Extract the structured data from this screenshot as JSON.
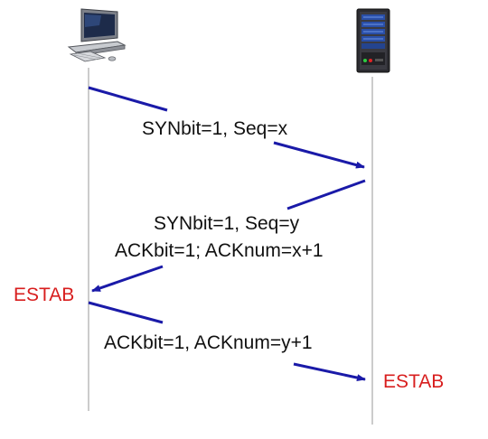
{
  "colors": {
    "arrow": "#1a1aa8",
    "timeline": "#9a9a9a",
    "message_text": "#111111",
    "state_text": "#d81e1e"
  },
  "icons": {
    "client": "desktop-computer-icon",
    "server": "server-tower-icon"
  },
  "messages": [
    {
      "line1": "SYNbit=1, Seq=x"
    },
    {
      "line1": "SYNbit=1, Seq=y",
      "line2": "ACKbit=1; ACKnum=x+1"
    },
    {
      "line1": "ACKbit=1, ACKnum=y+1"
    }
  ],
  "states": {
    "client_estab": "ESTAB",
    "server_estab": "ESTAB"
  }
}
